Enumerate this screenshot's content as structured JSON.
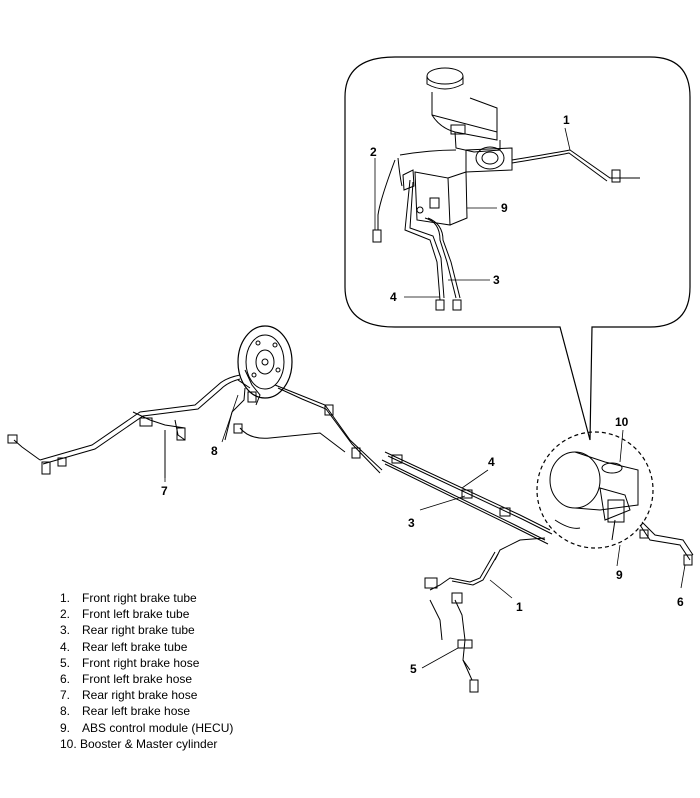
{
  "callouts": {
    "detail_1": "1",
    "detail_2": "2",
    "detail_9": "9",
    "detail_3": "3",
    "detail_4": "4",
    "main_10": "10",
    "main_4": "4",
    "main_3": "3",
    "main_9": "9",
    "main_1": "1",
    "main_6": "6",
    "main_5": "5",
    "main_7": "7",
    "main_8": "8"
  },
  "legend": [
    {
      "num": "1.",
      "label": "Front right brake tube"
    },
    {
      "num": "2.",
      "label": "Front left brake tube"
    },
    {
      "num": "3.",
      "label": "Rear right brake tube"
    },
    {
      "num": "4.",
      "label": "Rear left brake tube"
    },
    {
      "num": "5.",
      "label": "Front right brake hose"
    },
    {
      "num": "6.",
      "label": "Front left brake hose"
    },
    {
      "num": "7.",
      "label": "Rear right brake hose"
    },
    {
      "num": "8.",
      "label": "Rear left brake hose"
    },
    {
      "num": "9.",
      "label": "ABS control module (HECU)"
    },
    {
      "num": "10.",
      "label": "Booster & Master cylinder"
    }
  ]
}
